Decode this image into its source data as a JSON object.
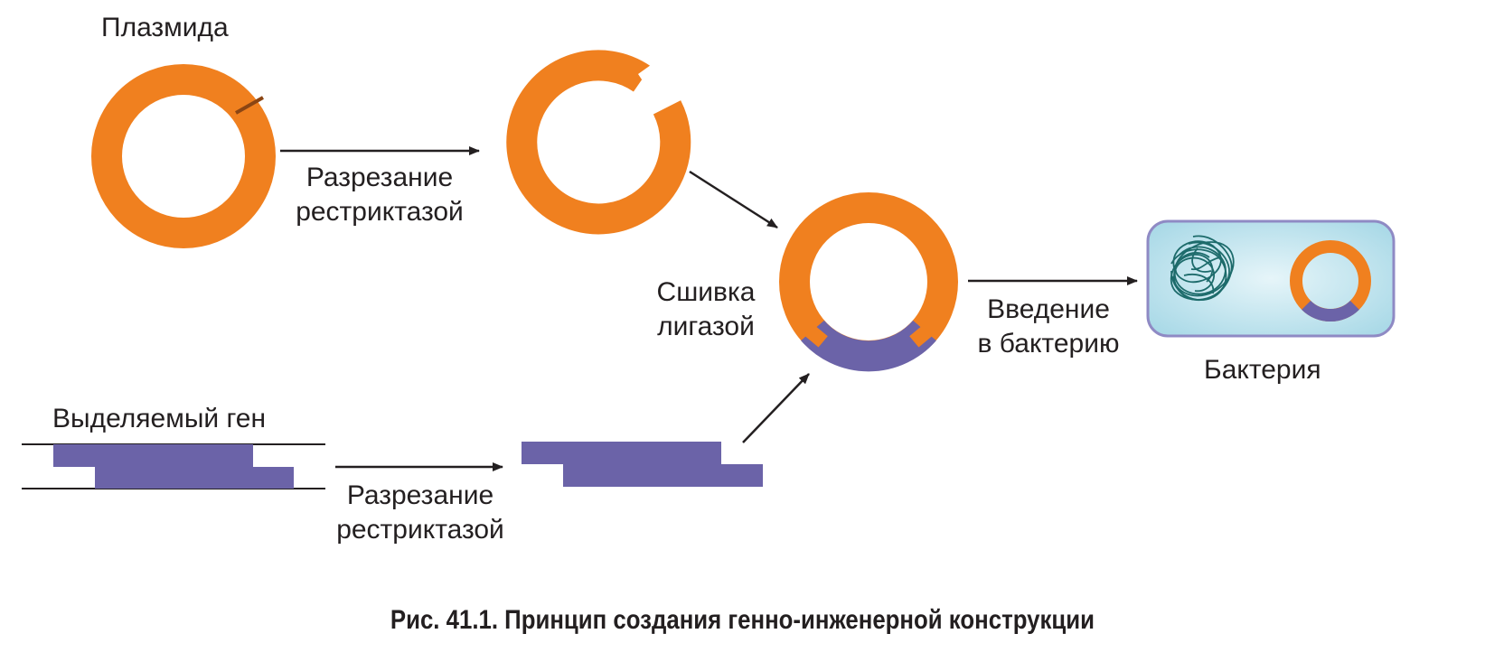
{
  "labels": {
    "plasmid": "Плазмида",
    "cut_top_1": "Разрезание",
    "cut_top_2": "рестриктазой",
    "ligation_1": "Сшивка",
    "ligation_2": "лигазой",
    "intro_1": "Введение",
    "intro_2": "в бактерию",
    "bacterium": "Бактерия",
    "gene": "Выделяемый ген",
    "cut_bottom_1": "Разрезание",
    "cut_bottom_2": "рестриктазой"
  },
  "caption": "Рис. 41.1.  Принцип создания генно-инженерной конструкции",
  "colors": {
    "plasmid": "#f0801f",
    "gene": "#6b63a8",
    "cut_mark": "#8b4513",
    "arrow": "#231f20",
    "bacterium_fill": "#bfe4ee",
    "bacterium_border": "#8f8ac4",
    "nucleoid": "#1d6b6b"
  }
}
